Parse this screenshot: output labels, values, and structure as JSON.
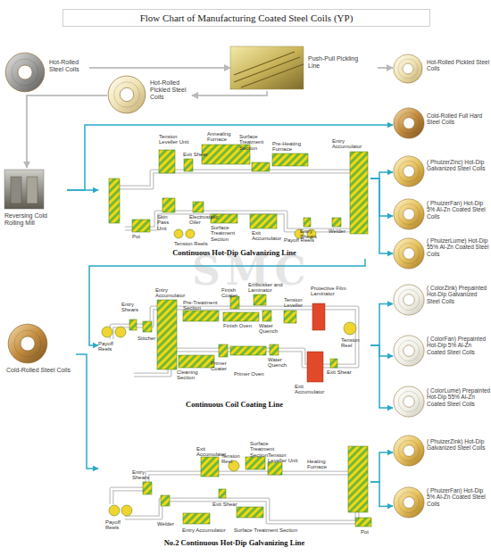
{
  "diagram": {
    "title": "Flow Chart of Manufacturing Coated Steel Coils (YP)",
    "nodes": [
      {
        "text": [
          "Hot-Rolled Steel Coils"
        ]
      },
      {
        "text": [
          "Hot-Rolled Pickled Steel Coils"
        ]
      },
      {
        "text": [
          "Push-Pull Pickling Line"
        ]
      },
      {
        "text": [
          "Hot-Rolled Pickled Steel Coils"
        ]
      },
      {
        "text": [
          "Cold-Rolled Full Hard Steel Coils"
        ]
      },
      {
        "text": [
          "Reversing Cold Rolling Mill"
        ]
      },
      {
        "text": [
          "Continuous Hot-Dip Galvanizing Line"
        ]
      },
      {
        "text": [
          "( PhuizerZinc) Hot-Dip Galvanized Steel Coils"
        ]
      },
      {
        "text": [
          "( PhuizerFan) Hot-Dip 5% Al-Zn Coated Steel Coils"
        ]
      },
      {
        "text": [
          "( PhuizerLume) Hot-Dip 55% Al-Zn Coated Steel Coils"
        ]
      },
      {
        "text": [
          "Cold-Rolled Steel Coils"
        ]
      },
      {
        "text": [
          "Continuous Coil Coating Line"
        ]
      },
      {
        "text": [
          "( ColorZink) Prepainted Hot-Dip Galvanized Steel Coils"
        ]
      },
      {
        "text": [
          "( ColorFan) Prepainted Hot-Dip 5% Al-Zn Coated Steel Coils"
        ]
      },
      {
        "text": [
          "( ColorLume) Prepainted Hot-Dip 55% Al-Zn Coated Steel Coils"
        ]
      },
      {
        "text": [
          "No.2 Continuous Hot-Dip Galvanizing Line"
        ]
      },
      {
        "text": [
          "( PhuizerZink) Hot-Dip Galvanized Steel Coils"
        ]
      },
      {
        "text": [
          "( PhuizerFan) Hot-Dip 5% Al-Zn Coated Steel Coils"
        ]
      }
    ],
    "edges": [
      {
        "from": 0,
        "to": 2,
        "arrow": "to"
      },
      {
        "from": 2,
        "to": 3,
        "arrow": "to"
      },
      {
        "from": 2,
        "to": 1,
        "arrow": "to"
      },
      {
        "from": 1,
        "to": 5,
        "arrow": "to"
      },
      {
        "from": 5,
        "to": 4,
        "arrow": "to"
      },
      {
        "from": 5,
        "to": 6,
        "arrow": "to"
      },
      {
        "from": 6,
        "to": 7,
        "arrow": "to"
      },
      {
        "from": 6,
        "to": 8,
        "arrow": "to"
      },
      {
        "from": 6,
        "to": 9,
        "arrow": "to"
      },
      {
        "from": 6,
        "to": 11,
        "arrow": "to"
      },
      {
        "from": 11,
        "to": 12,
        "arrow": "to"
      },
      {
        "from": 11,
        "to": 13,
        "arrow": "to"
      },
      {
        "from": 11,
        "to": 14,
        "arrow": "to"
      },
      {
        "from": 10,
        "to": 15,
        "arrow": "to"
      },
      {
        "from": 15,
        "to": 16,
        "arrow": "to"
      },
      {
        "from": 15,
        "to": 17,
        "arrow": "to"
      }
    ],
    "labels": [
      "Tension Leveller Unit",
      "Exit Shear",
      "Annealing Furnace",
      "Surface Treatment Section",
      "Pre-Heating Furnace",
      "Entry Accumulator",
      "Payoff Reels",
      "Skin Pass Unit",
      "Electrostatic Oiler",
      "Pot",
      "Tension Reels",
      "Surface Treatment Section",
      "Exit Accumulator",
      "Entry Shears",
      "Welder",
      "Entry Accumulator",
      "Finish Coater",
      "Embosser and Laminator",
      "Protective Film Laminator",
      "Entry Shears",
      "Pre-Treatment Section",
      "Finish Oven",
      "Water Quench",
      "Tension Leveller",
      "Tension Reel",
      "Payoff Reels",
      "Stitcher",
      "Primer Coater",
      "Primer Oven",
      "Water Quench",
      "Cleaning Section",
      "Exit Accumulator",
      "Exit Shear",
      "Surface Treatment Section",
      "Exit Accumulator",
      "Tension Reel",
      "Tension Leveller Unit",
      "Heating Furnace",
      "Entry Shears",
      "Exit Shear",
      "Payoff Reels",
      "Welder",
      "Entry Accumulator",
      "Surface Treatment Section",
      "Pot",
      "SMC"
    ]
  }
}
